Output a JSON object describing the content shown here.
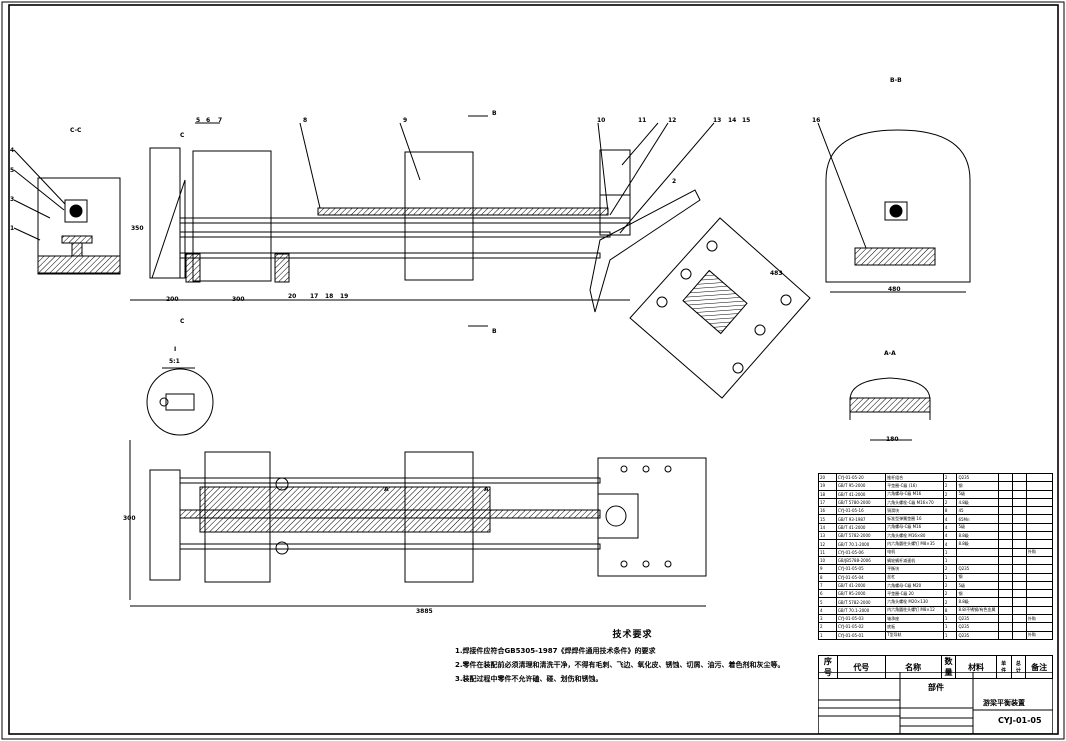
{
  "views": {
    "cc": "C-C",
    "bb": "B-B",
    "aa": "A-A",
    "detail_id": "I",
    "detail_scale": "5:1",
    "cut_c": "C",
    "cut_b": "B",
    "cut_a": "A"
  },
  "dims": {
    "overall_bottom": "3885",
    "seg1": "200",
    "seg2": "300",
    "height_right": "483",
    "bb_width": "480",
    "aa_width": "180",
    "left_h": "350",
    "plan_h": "300"
  },
  "balloons": [
    "1",
    "2",
    "3",
    "4",
    "5",
    "6",
    "7",
    "8",
    "9",
    "10",
    "11",
    "12",
    "13",
    "14",
    "15",
    "16",
    "17",
    "18",
    "19",
    "20"
  ],
  "notes": {
    "title": "技术要求",
    "items": [
      "1.焊接件应符合GB5305-1987《焊焊件通用技术条件》的要求",
      "2.零件在装配前必须清理和清洗干净，不得有毛刺、飞边、氧化皮、锈蚀、切屑、油污、着色剂和灰尘等。",
      "3.装配过程中零件不允许磕、碰、划伤和锈蚀。"
    ]
  },
  "bom": [
    [
      "20",
      "CYJ-01-05-20",
      "推杆组合",
      "2",
      "Q235",
      ""
    ],
    [
      "19",
      "GB/T 95-2000",
      "平垫圈-C级 (16)",
      "2",
      "钢",
      ""
    ],
    [
      "18",
      "GB/T 41-2000",
      "六角螺母-C级 M16",
      "2",
      "5级",
      ""
    ],
    [
      "17",
      "GB/T 5780-2000",
      "六角头螺栓-C级 M16×70",
      "2",
      "4.8级",
      ""
    ],
    [
      "16",
      "CYJ-01-05-16",
      "铜滑块",
      "8",
      "45",
      ""
    ],
    [
      "15",
      "GB/T 93-1987",
      "标准型弹簧垫圈 16",
      "4",
      "65Mn",
      ""
    ],
    [
      "14",
      "GB/T 41-2000",
      "六角螺母-C级 M16",
      "4",
      "5级",
      ""
    ],
    [
      "13",
      "GB/T 5782-2000",
      "六角头螺栓 M16×80",
      "4",
      "8.8级",
      ""
    ],
    [
      "12",
      "GB/T 70.1-2000",
      "内六角圆柱头螺钉 M8×35",
      "4",
      "8.8级",
      ""
    ],
    [
      "11",
      "CYJ-01-05-06",
      "电机",
      "1",
      "",
      "外购"
    ],
    [
      "10",
      "GB/JB5788-2006",
      "蜗轮蜗杆减速机",
      "1",
      "",
      ""
    ],
    [
      "9",
      "CYJ-01-05-05",
      "平衡块",
      "2",
      "Q235",
      ""
    ],
    [
      "8",
      "CYJ-01-05-04",
      "丝杠",
      "1",
      "钢",
      ""
    ],
    [
      "7",
      "GB/T 41-2000",
      "六角螺母-C级 M20",
      "2",
      "5级",
      ""
    ],
    [
      "6",
      "GB/T 95-2000",
      "平垫圈-C级 20",
      "2",
      "钢",
      ""
    ],
    [
      "5",
      "GB/T 5782-2000",
      "六角头螺栓 M20×130",
      "2",
      "8.8级",
      ""
    ],
    [
      "4",
      "GB/T 70.1-2000",
      "内六角圆柱头螺钉 M8×12",
      "8",
      "8.8/不锈钢/有色金属",
      ""
    ],
    [
      "3",
      "CYJ-01-05-03",
      "轴承座",
      "1",
      "Q235",
      "外购"
    ],
    [
      "2",
      "CYJ-01-05-02",
      "底板",
      "1",
      "Q235",
      ""
    ],
    [
      "1",
      "CYJ-01-05-01",
      "T型导轨",
      "1",
      "Q235",
      "外购"
    ]
  ],
  "bom_header": [
    "序号",
    "代号",
    "名称",
    "数量",
    "材料",
    "单件",
    "总计",
    "备注"
  ],
  "title_block": {
    "component": "部件",
    "name": "游梁平衡装置",
    "drawing_no": "CYJ-01-05"
  }
}
